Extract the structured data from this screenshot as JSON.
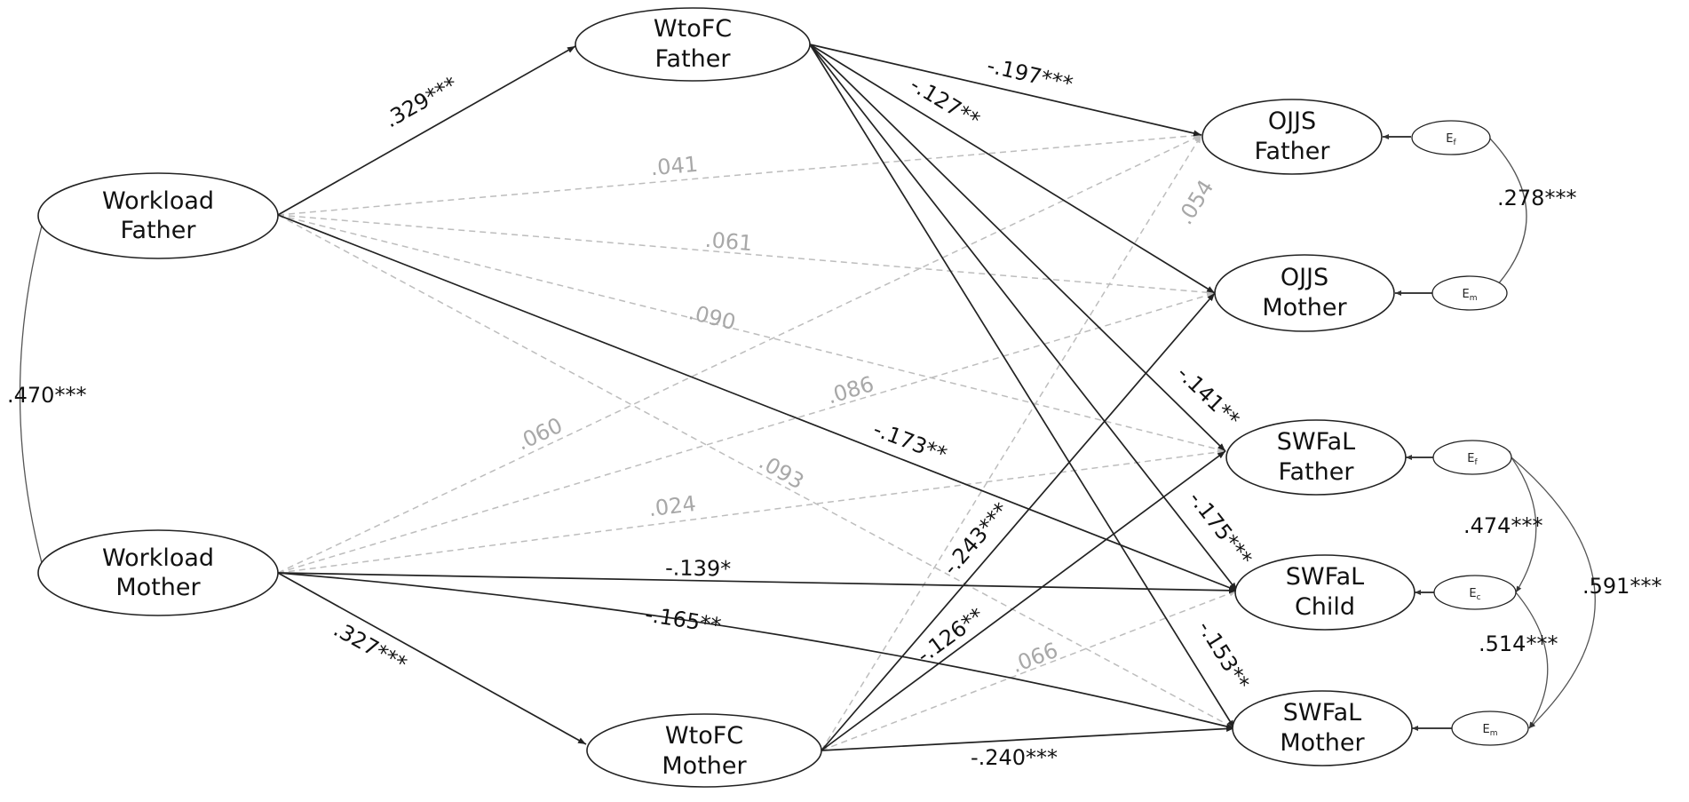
{
  "colors": {
    "significant": "#222222",
    "nonsignificant": "#bdbdbd",
    "nonsignificant_label": "#a8a8a8",
    "covariance": "#555555"
  },
  "nodes": {
    "workload_father": {
      "line1": "Workload",
      "line2": "Father"
    },
    "workload_mother": {
      "line1": "Workload",
      "line2": "Mother"
    },
    "wtofc_father": {
      "line1": "WtoFC",
      "line2": "Father"
    },
    "wtofc_mother": {
      "line1": "WtoFC",
      "line2": "Mother"
    },
    "ojjs_father": {
      "line1": "OJJS",
      "line2": "Father"
    },
    "ojjs_mother": {
      "line1": "OJJS",
      "line2": "Mother"
    },
    "swfal_father": {
      "line1": "SWFaL",
      "line2": "Father"
    },
    "swfal_child": {
      "line1": "SWFaL",
      "line2": "Child"
    },
    "swfal_mother": {
      "line1": "SWFaL",
      "line2": "Mother"
    }
  },
  "errors": {
    "e1": {
      "main": "E",
      "sub": "f"
    },
    "e2": {
      "main": "E",
      "sub": "m"
    },
    "e3": {
      "main": "E",
      "sub": "f"
    },
    "e4": {
      "main": "E",
      "sub": "c"
    },
    "e5": {
      "main": "E",
      "sub": "m"
    }
  },
  "paths": {
    "wlf_wtfcf": ".329***",
    "wlm_wtfcm": ".327***",
    "wtfcf_ojjsf": "-.197***",
    "wtfcf_ojjsm": "-.127**",
    "wtfcf_swfalf": "-.141**",
    "wtfcf_swfalc": "-.175***",
    "wtfcf_swfalm": "-.153**",
    "wtfcm_ojjsm": "-.243***",
    "wtfcm_swfalf": "-.126**",
    "wtfcm_swfalm": "-.240***",
    "wlf_swfalc": "-.173**",
    "wlm_swfalc": "-.139*",
    "wlm_swfalm": "-.165**",
    "wlf_ojjsf_ns": ".041",
    "wlf_ojjsm_ns": ".061",
    "wlf_swfalf_ns": ".090",
    "wlf_swfalm_ns": ".093",
    "wlm_ojjsf_ns": ".060",
    "wlm_ojjsm_ns": ".086",
    "wlm_swfalf_ns": ".024",
    "wtfcm_ojjsf_ns": ".054",
    "wtfcm_swfalc_ns": ".066"
  },
  "covariances": {
    "workload": ".470***",
    "ojjs_errors": ".278***",
    "swfal_f_c": ".474***",
    "swfal_c_m": ".514***",
    "swfal_f_m": ".591***"
  }
}
